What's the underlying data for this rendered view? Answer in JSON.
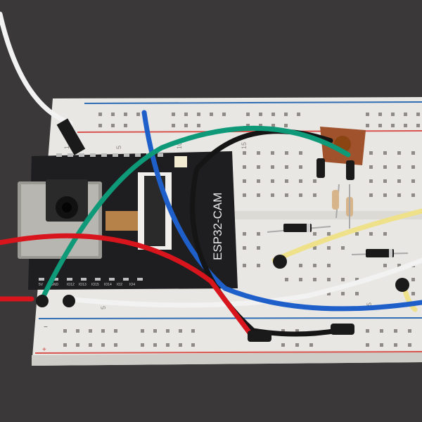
{
  "photo": {
    "subject": "ESP32-CAM module wired on a solderless breadboard",
    "background_color": "#3a3838",
    "breadboard_color": "#e9e7e3"
  },
  "module": {
    "label": "ESP32-CAM",
    "board_color": "#1e1d1f",
    "pin_labels_bottom": [
      "5V",
      "GND",
      "IO12",
      "IO13",
      "IO15",
      "IO14",
      "IO2",
      "IO4"
    ]
  },
  "breadboard": {
    "column_numbers": [
      "1",
      "5",
      "10",
      "15",
      "25"
    ],
    "rail_colors": {
      "positive": "#d9534f",
      "negative": "#2f6db5"
    }
  },
  "wires": [
    {
      "color": "white",
      "hex": "#f2f2f2"
    },
    {
      "color": "blue",
      "hex": "#1f5fc9"
    },
    {
      "color": "green",
      "hex": "#0e9a78"
    },
    {
      "color": "black",
      "hex": "#151515"
    },
    {
      "color": "red",
      "hex": "#d8141c"
    },
    {
      "color": "yellow",
      "hex": "#efe08a"
    }
  ],
  "components": [
    {
      "type": "potentiometer",
      "color": "#a0522d"
    },
    {
      "type": "resistor",
      "count": 2
    },
    {
      "type": "diode",
      "count": 2
    }
  ]
}
